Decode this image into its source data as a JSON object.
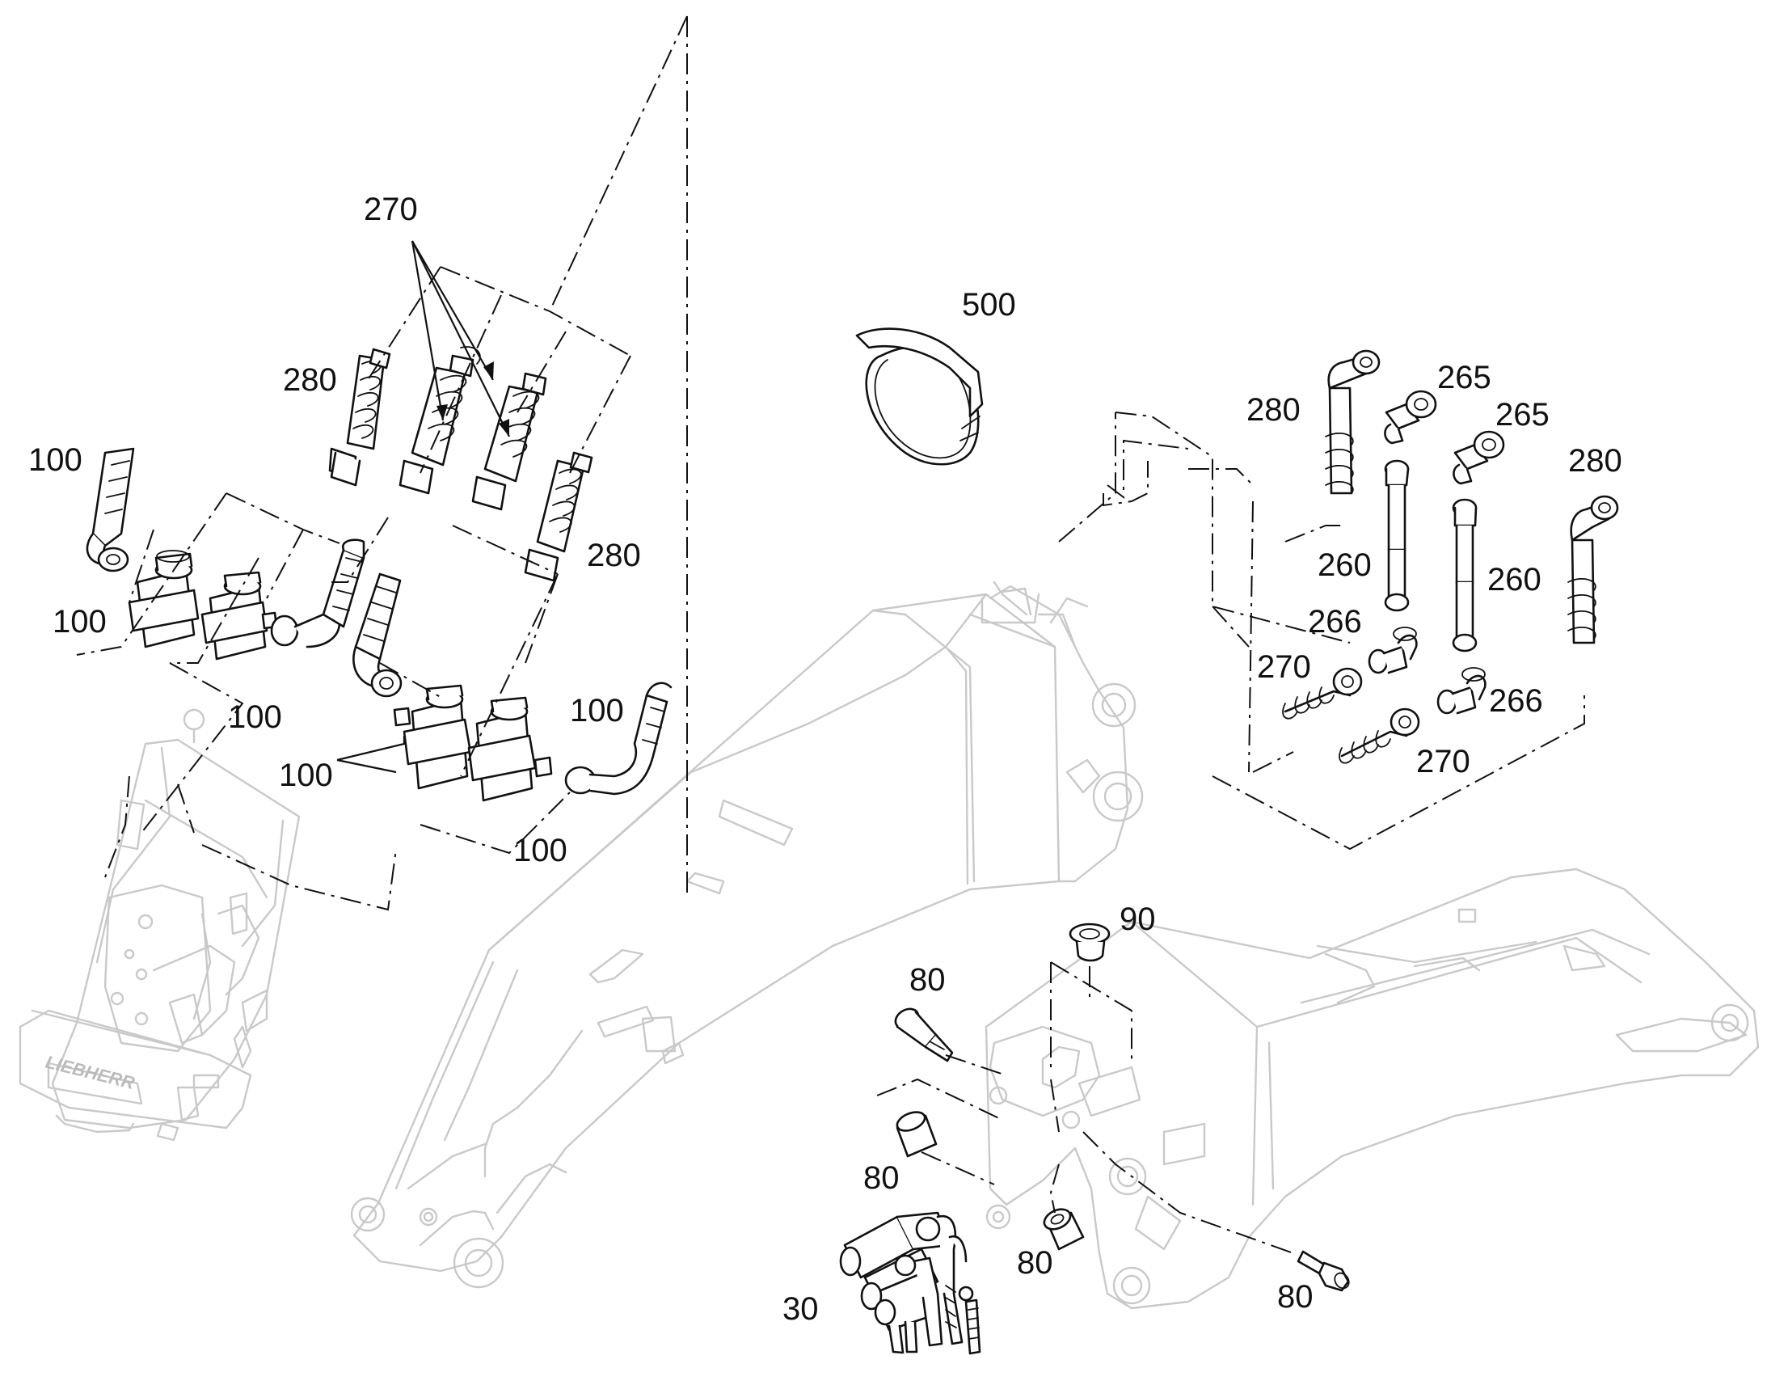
{
  "callouts": [
    {
      "id": "c-270-top",
      "text": "270"
    },
    {
      "id": "c-500",
      "text": "500"
    },
    {
      "id": "c-280-a",
      "text": "280"
    },
    {
      "id": "c-280-b",
      "text": "280"
    },
    {
      "id": "c-280-c",
      "text": "280"
    },
    {
      "id": "c-280-d",
      "text": "280"
    },
    {
      "id": "c-100-a",
      "text": "100"
    },
    {
      "id": "c-100-b",
      "text": "100"
    },
    {
      "id": "c-100-c",
      "text": "100"
    },
    {
      "id": "c-100-d",
      "text": "100"
    },
    {
      "id": "c-100-e",
      "text": "100"
    },
    {
      "id": "c-100-f",
      "text": "100"
    },
    {
      "id": "c-265-a",
      "text": "265"
    },
    {
      "id": "c-265-b",
      "text": "265"
    },
    {
      "id": "c-260-a",
      "text": "260"
    },
    {
      "id": "c-260-b",
      "text": "260"
    },
    {
      "id": "c-266-a",
      "text": "266"
    },
    {
      "id": "c-266-b",
      "text": "266"
    },
    {
      "id": "c-270-a",
      "text": "270"
    },
    {
      "id": "c-270-b",
      "text": "270"
    },
    {
      "id": "c-90",
      "text": "90"
    },
    {
      "id": "c-80-a",
      "text": "80"
    },
    {
      "id": "c-80-b",
      "text": "80"
    },
    {
      "id": "c-80-c",
      "text": "80"
    },
    {
      "id": "c-80-d",
      "text": "80"
    },
    {
      "id": "c-30",
      "text": "30"
    }
  ],
  "logo_text": "LIEBHERR"
}
